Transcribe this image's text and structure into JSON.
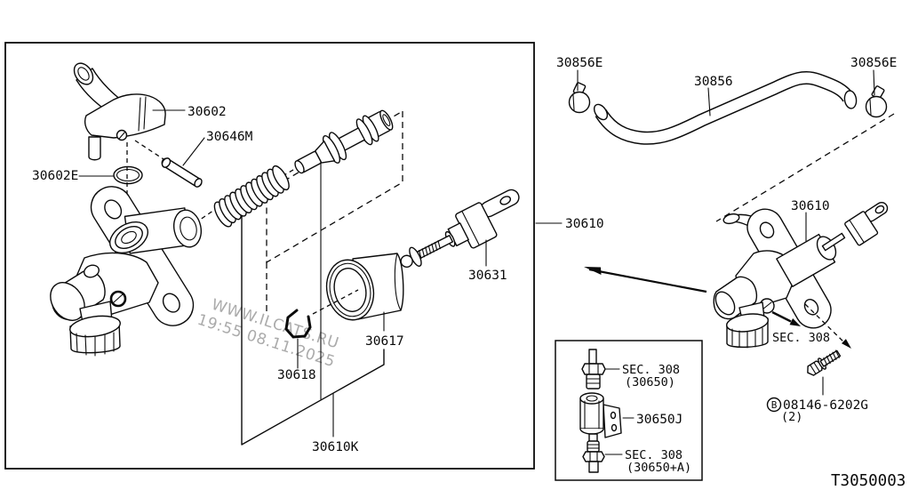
{
  "meta": {
    "drawing_code": "T3050003",
    "background": "#ffffff",
    "line_color": "#0a0a0a"
  },
  "watermark": {
    "line1": "WWW.ILCATS.RU",
    "line2": "19:55 08.11.2025",
    "color": "#ababab"
  },
  "exploded_view": {
    "reservoir_connector": "30602",
    "pin": "30646M",
    "o_ring": "30602E",
    "snap_ring": "30618",
    "boot": "30617",
    "repair_kit": "30610K",
    "push_rod": "30631",
    "master_cylinder": "30610"
  },
  "installed_view": {
    "clamp_left": "30856E",
    "hose": "30856",
    "clamp_right": "30856E",
    "master_cylinder": "30610",
    "section_ref": "SEC. 308",
    "bolt_badge": "B",
    "bolt": "08146-6202G",
    "bolt_qty": "(2)"
  },
  "inset": {
    "top_section_ref": "SEC. 308",
    "top_part": "(30650)",
    "damper_bracket": "30650J",
    "bottom_section_ref": "SEC. 308",
    "bottom_part": "(30650+A)"
  }
}
